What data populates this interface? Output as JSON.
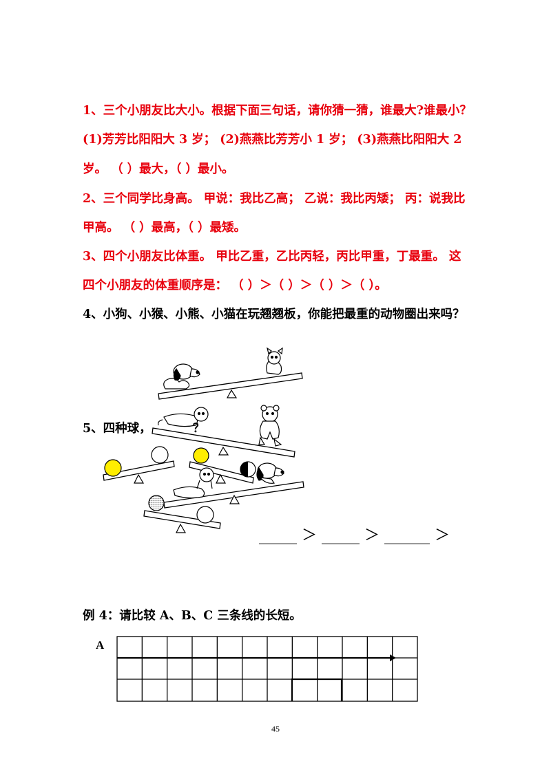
{
  "questions": {
    "q1": {
      "line1": "1、三个小朋友比大小。根据下面三句话，请你猜一猜，谁最大?谁最小？",
      "line2": " (1)芳芳比阳阳大 3 岁；  (2)燕燕比芳芳小 1 岁；  (3)燕燕比阳阳大 2",
      "line3": "岁。  （  ）最大，（  ）最小。"
    },
    "q2": {
      "line1": "2、三个同学比身高。 甲说：我比乙高；  乙说：我比丙矮；  丙：说我比",
      "line2": "甲高。  （  ）最高，（  ）最矮。"
    },
    "q3": {
      "line1": "3、四个小朋友比体重。 甲比乙重，乙比丙轻，丙比甲重，丁最重。 这",
      "line2": "四个小朋友的体重顺序是：  （      ）＞（      ）＞（      ）＞（      ）。"
    },
    "q4": {
      "line1": "4、小狗、小猴、小熊、小猫在玩翘翘板，你能把最重的动物圈出来吗？"
    },
    "q5": {
      "prefix": "5、四种球，",
      "suffix": "？",
      "answer_line": "_____ ＞ _____ ＞ ______ ＞"
    },
    "example4": {
      "title": "例 4：请比较 A、B、C 三条线的长短。",
      "grid_label": "A"
    }
  },
  "page_number": "45",
  "colors": {
    "question_red": "#e8000d",
    "ball_yellow": "#ffee00",
    "ink": "#000000"
  },
  "icons": [
    "dog-icon",
    "cat-icon",
    "monkey-icon",
    "bear-icon",
    "ball-icon",
    "seesaw-icon"
  ]
}
